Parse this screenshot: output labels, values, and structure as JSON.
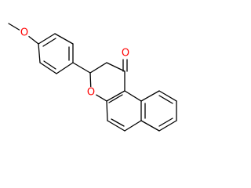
{
  "atoms": {
    "ketone_oxygen": {
      "label": "O",
      "color": "#ff0000"
    },
    "ring_oxygen": {
      "label": "O",
      "color": "#ff0000"
    },
    "methoxy_oxygen": {
      "label": "O",
      "color": "#ff0000"
    }
  }
}
